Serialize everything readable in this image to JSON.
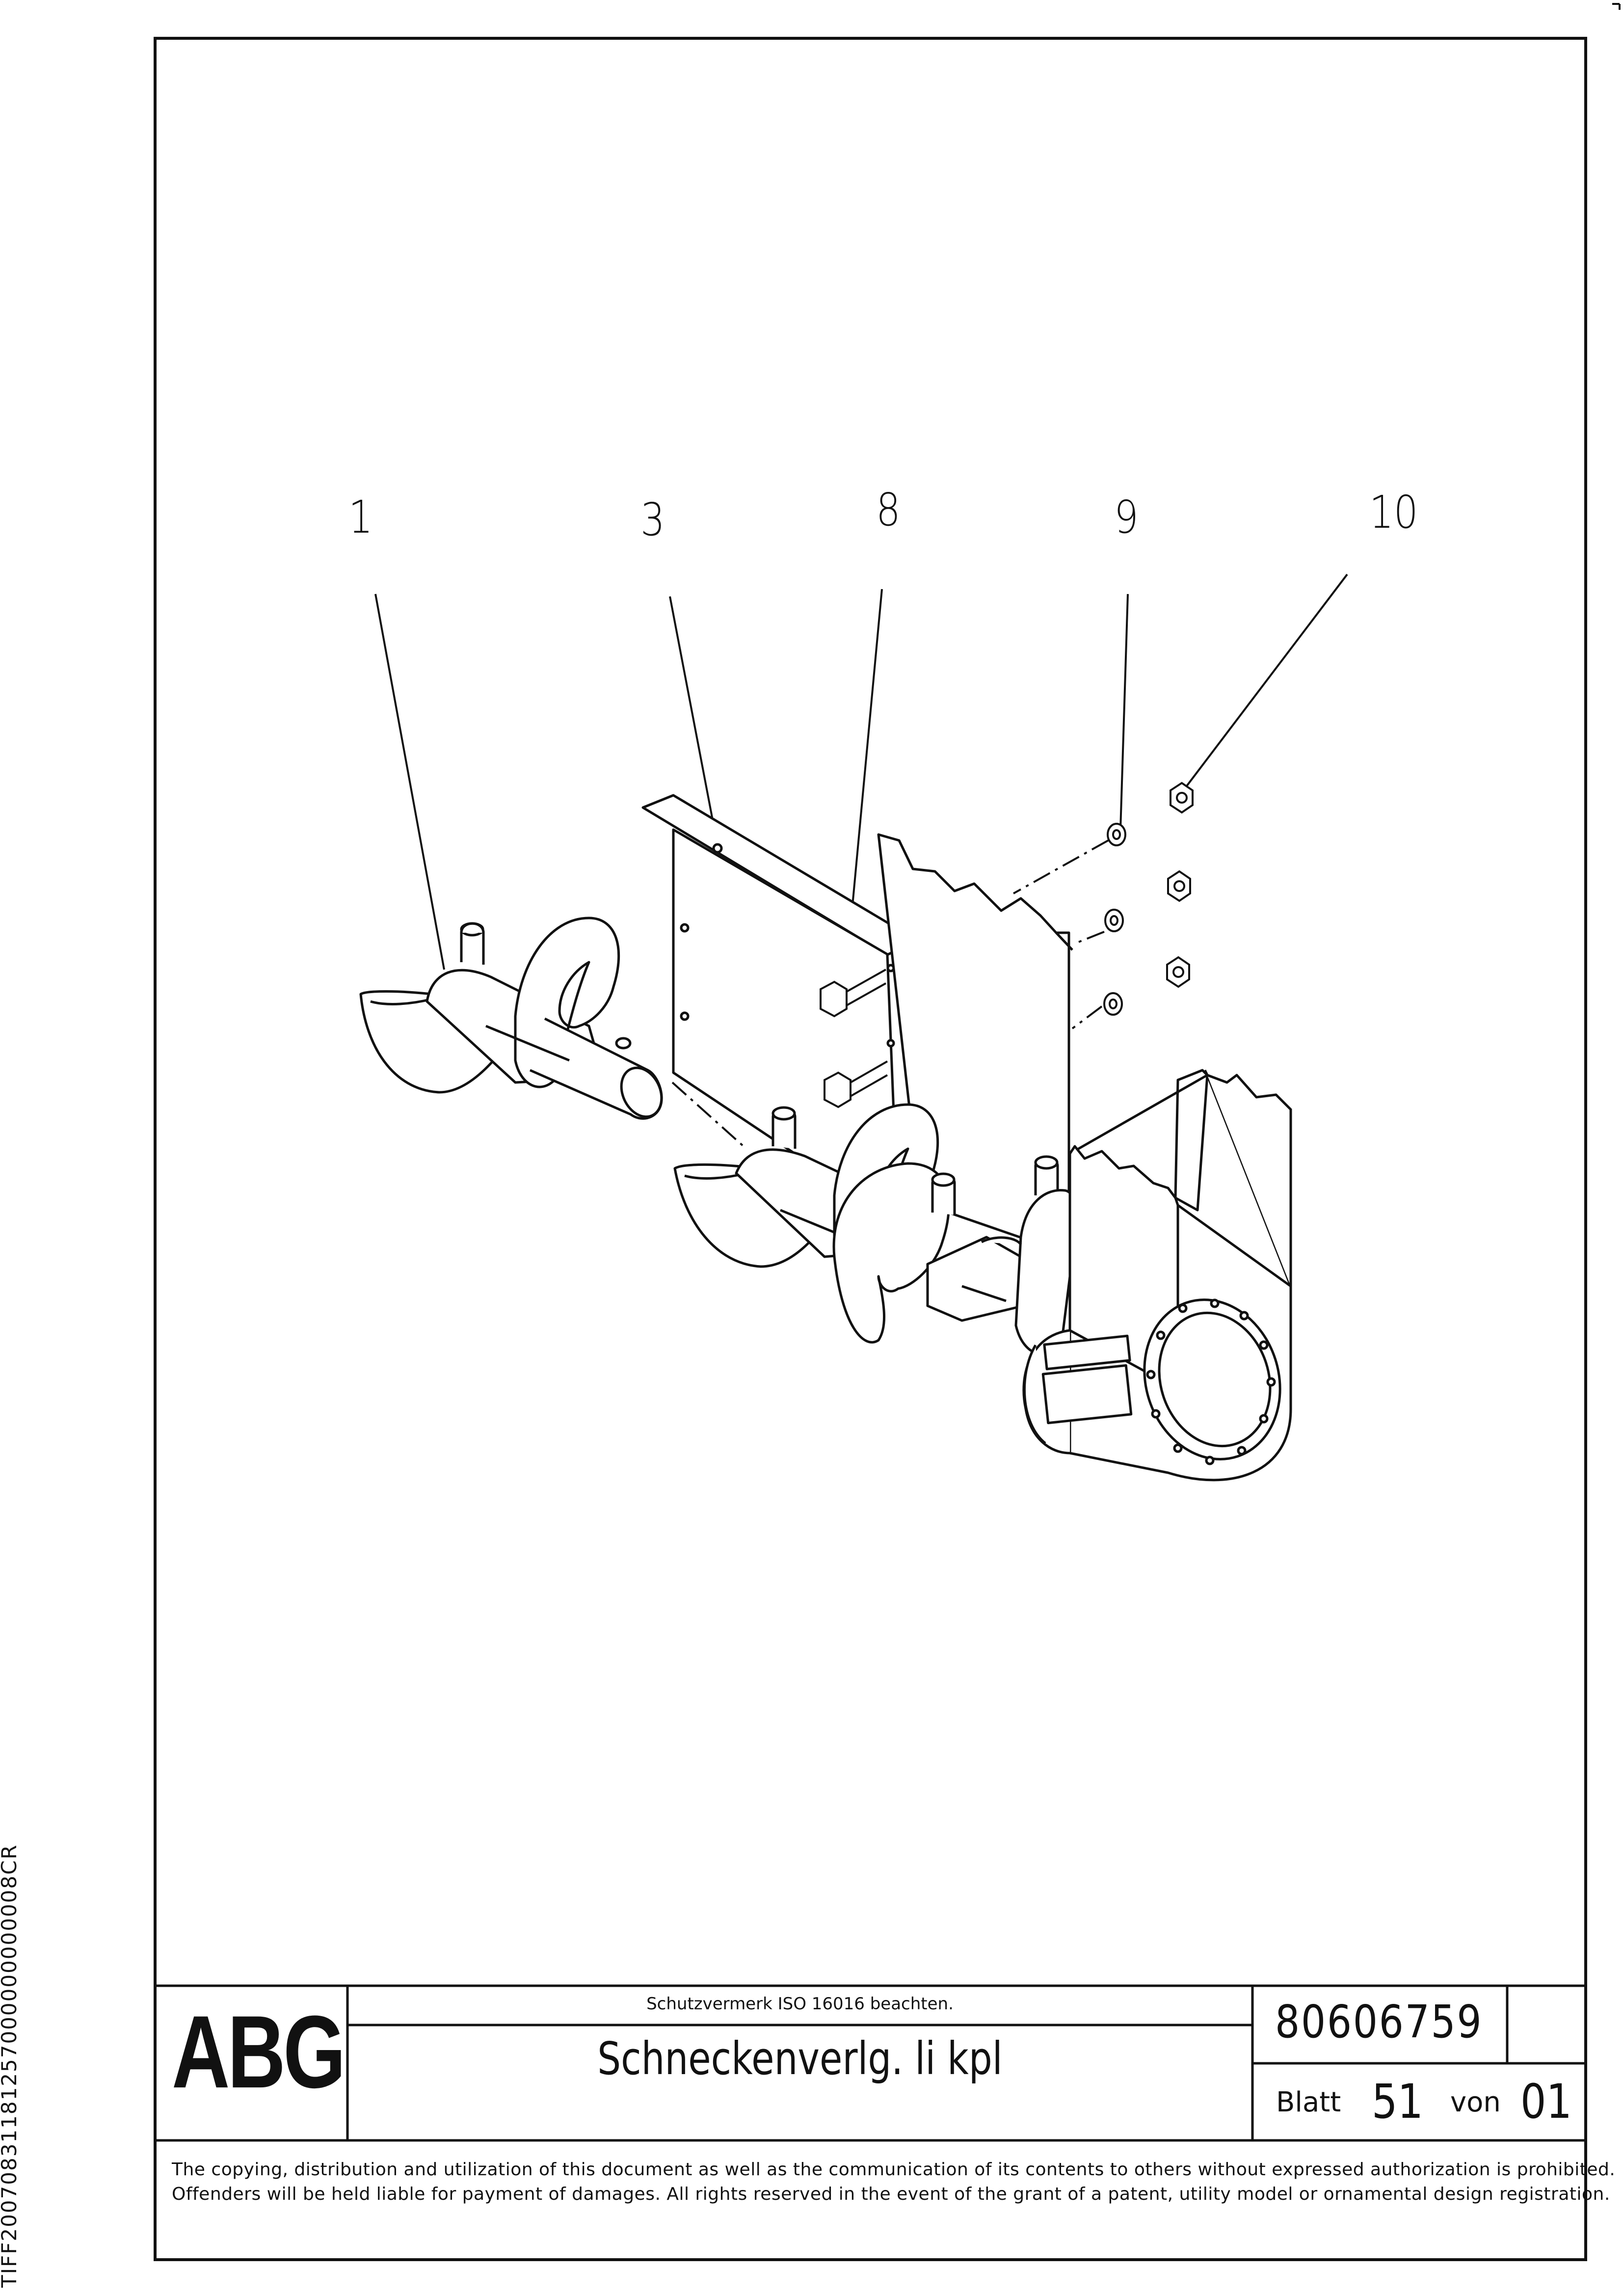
{
  "side_code": "TIFF20070831181257000000000008CR",
  "callouts": [
    "1",
    "3",
    "8",
    "9",
    "10"
  ],
  "title_block": {
    "logo_text": "ABG",
    "protection_note": "Schutzvermerk ISO 16016 beachten.",
    "title": "Schneckenverlg. li kpl",
    "document_number": "80606759",
    "sheet_label": "Blatt",
    "sheet_number": "51",
    "of_label": "von",
    "sheet_total": "01"
  },
  "footer_text": "The copying, distribution and utilization of this document as well as the communication of its contents to others without expressed authorization is prohibited. Offenders will be held liable for payment of damages. All rights reserved in the event of the grant of a patent, utility model or ornamental design registration."
}
